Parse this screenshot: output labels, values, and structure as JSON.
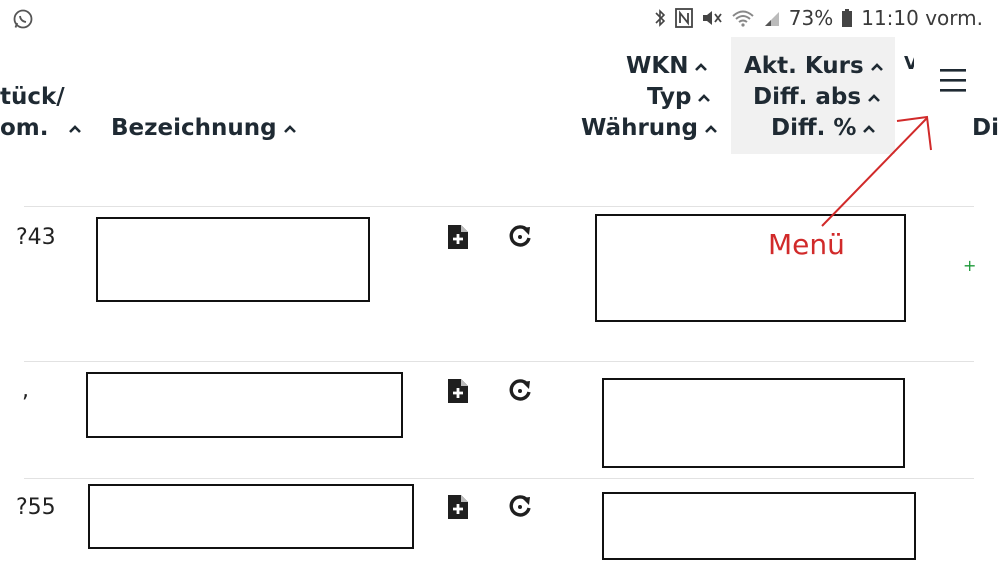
{
  "status_bar": {
    "battery": "73%",
    "time": "11:10 vorm."
  },
  "table_header": {
    "stueck_line1": "tück/",
    "stueck_line2": "om.",
    "bezeichnung": "Bezeichnung",
    "wkn": "WKN",
    "typ": "Typ",
    "waehrung": "Währung",
    "akt_kurs": "Akt. Kurs",
    "diff_abs": "Diff. abs",
    "diff_pct": "Diff. %",
    "partial_v": "V",
    "partial_di": "Di"
  },
  "rows": [
    {
      "num": "?43",
      "plus": "+"
    },
    {
      "num": ","
    },
    {
      "num": "?55"
    }
  ],
  "annotation": {
    "label": "Menü",
    "color": "#d12a2a"
  },
  "colors": {
    "header_text": "#1f2a33",
    "highlight_col": "#f1f1f1"
  }
}
